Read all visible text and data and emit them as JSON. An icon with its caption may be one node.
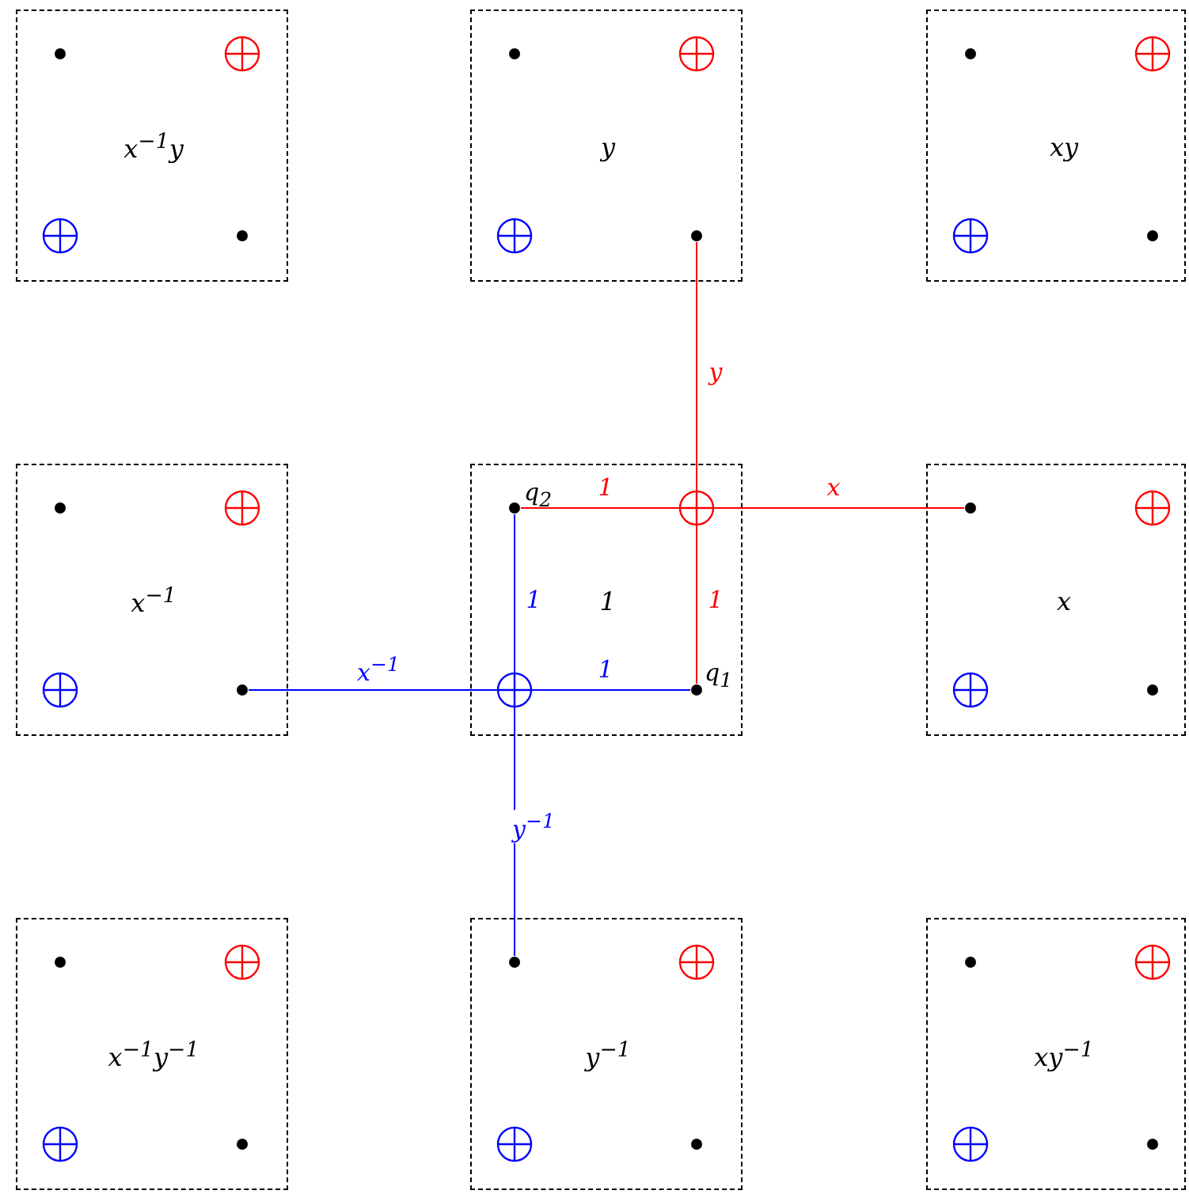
{
  "diagram": {
    "nodes": [
      {
        "text": [
          "x$^{−1}$y"
        ]
      },
      {
        "text": [],
        "shape": "dot",
        "in": 0
      },
      {
        "text": [],
        "shape": "circle",
        "in": 0
      },
      {
        "text": [],
        "shape": "circle",
        "in": 0
      },
      {
        "text": [],
        "shape": "dot",
        "in": 0
      },
      {
        "text": [
          "y"
        ]
      },
      {
        "text": [],
        "shape": "dot",
        "in": 5
      },
      {
        "text": [],
        "shape": "circle",
        "in": 5
      },
      {
        "text": [],
        "shape": "circle",
        "in": 5
      },
      {
        "text": [],
        "shape": "dot",
        "in": 5
      },
      {
        "text": [
          "xy"
        ]
      },
      {
        "text": [],
        "shape": "dot",
        "in": 10
      },
      {
        "text": [],
        "shape": "circle",
        "in": 10
      },
      {
        "text": [],
        "shape": "circle",
        "in": 10
      },
      {
        "text": [],
        "shape": "dot",
        "in": 10
      },
      {
        "text": [
          "x$^{−1}$"
        ]
      },
      {
        "text": [],
        "shape": "dot",
        "in": 15
      },
      {
        "text": [],
        "shape": "circle",
        "in": 15
      },
      {
        "text": [],
        "shape": "circle",
        "in": 15
      },
      {
        "text": [],
        "shape": "dot",
        "in": 15
      },
      {
        "text": [
          "1"
        ]
      },
      {
        "text": [],
        "shape": "dot",
        "in": 20,
        "beside": [
          "q$_{2}$"
        ]
      },
      {
        "text": [],
        "shape": "circle",
        "in": 20
      },
      {
        "text": [],
        "shape": "circle",
        "in": 20
      },
      {
        "text": [],
        "shape": "dot",
        "in": 20,
        "beside": [
          "q$_{1}$"
        ]
      },
      {
        "text": [
          "x"
        ]
      },
      {
        "text": [],
        "shape": "dot",
        "in": 25
      },
      {
        "text": [],
        "shape": "circle",
        "in": 25
      },
      {
        "text": [],
        "shape": "circle",
        "in": 25
      },
      {
        "text": [],
        "shape": "dot",
        "in": 25
      },
      {
        "text": [
          "x$^{−1}$y$^{−1}$"
        ]
      },
      {
        "text": [],
        "shape": "dot",
        "in": 30
      },
      {
        "text": [],
        "shape": "circle",
        "in": 30
      },
      {
        "text": [],
        "shape": "circle",
        "in": 30
      },
      {
        "text": [],
        "shape": "dot",
        "in": 30
      },
      {
        "text": [
          "y$^{−1}$"
        ]
      },
      {
        "text": [],
        "shape": "dot",
        "in": 35
      },
      {
        "text": [],
        "shape": "circle",
        "in": 35
      },
      {
        "text": [],
        "shape": "circle",
        "in": 35
      },
      {
        "text": [],
        "shape": "dot",
        "in": 35
      },
      {
        "text": [
          "xy$^{−1}$"
        ]
      },
      {
        "text": [],
        "shape": "dot",
        "in": 40
      },
      {
        "text": [],
        "shape": "circle",
        "in": 40
      },
      {
        "text": [],
        "shape": "circle",
        "in": 40
      },
      {
        "text": [],
        "shape": "dot",
        "in": 40
      }
    ],
    "edges": [
      {
        "from": 9,
        "to": 22,
        "arrow": "none",
        "label": "y",
        "color": "#ff0000"
      },
      {
        "from": 22,
        "to": 21,
        "arrow": "none",
        "label": "1",
        "color": "#ff0000"
      },
      {
        "from": 22,
        "to": 26,
        "arrow": "none",
        "label": "x",
        "color": "#ff0000"
      },
      {
        "from": 22,
        "to": 24,
        "arrow": "none",
        "label": "1",
        "color": "#ff0000"
      },
      {
        "from": 23,
        "to": 21,
        "arrow": "none",
        "label": "1",
        "color": "#0000ff"
      },
      {
        "from": 23,
        "to": 24,
        "arrow": "none",
        "label": "1",
        "color": "#0000ff"
      },
      {
        "from": 23,
        "to": 19,
        "arrow": "none",
        "label": "x$^{−1}$",
        "color": "#0000ff"
      },
      {
        "from": 23,
        "to": 36,
        "arrow": "none",
        "label": "y$^{−1}$",
        "color": "#0000ff"
      }
    ]
  }
}
